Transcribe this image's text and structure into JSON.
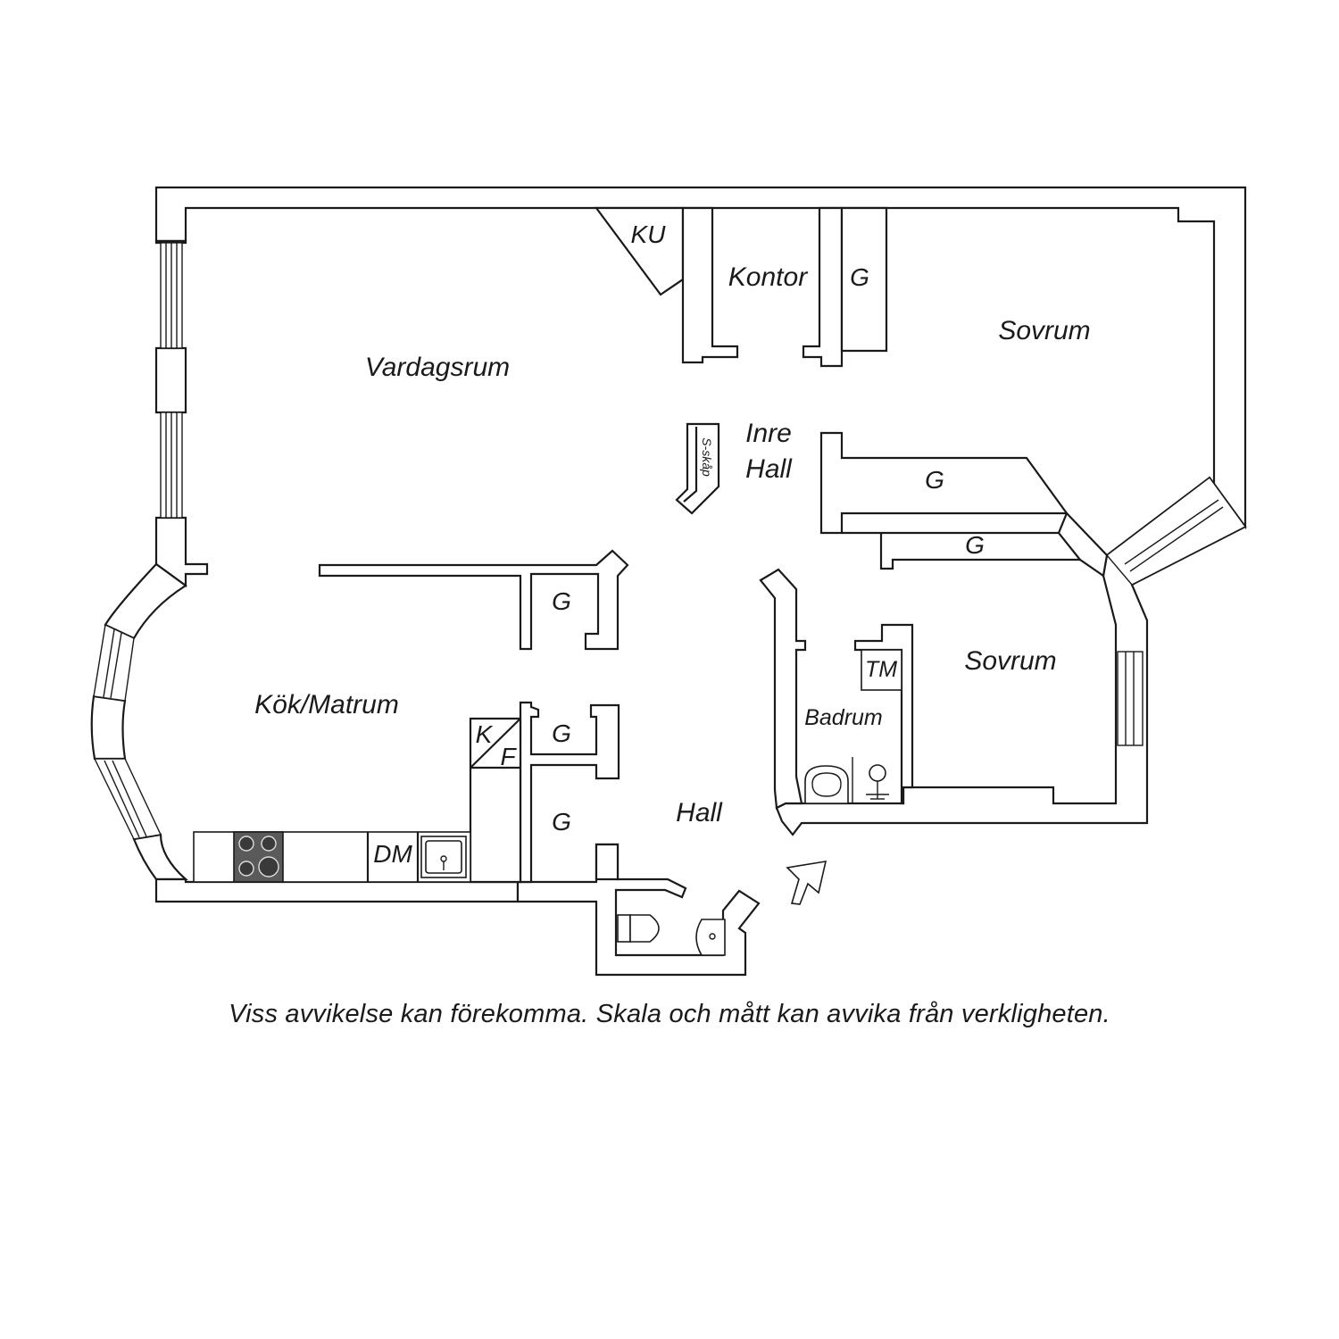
{
  "rooms": {
    "vardagsrum": "Vardagsrum",
    "kontor": "Kontor",
    "sovrum_top": "Sovrum",
    "sovrum_bottom": "Sovrum",
    "inre_hall_line1": "Inre",
    "inre_hall_line2": "Hall",
    "kok_matrum": "Kök/Matrum",
    "badrum": "Badrum",
    "hall": "Hall"
  },
  "closets": {
    "ku": "KU",
    "g_kontor": "G",
    "g_hall_upper": "G",
    "g_hall_lower": "G",
    "g_kitchen_top": "G",
    "g_kitchen_mid": "G",
    "g_kitchen_low": "G",
    "s_skap": "S-skåp"
  },
  "appliances": {
    "kyl": "K",
    "frys": "F",
    "diskmaskin": "DM",
    "tvattmaskin": "TM"
  },
  "disclaimer": "Viss avvikelse kan förekomma. Skala och mått kan avvika från verkligheten."
}
